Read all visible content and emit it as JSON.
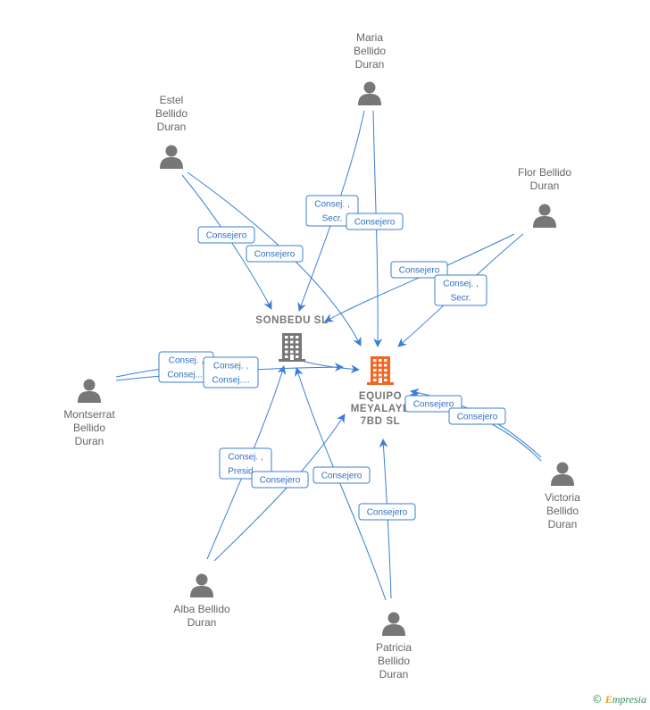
{
  "people": [
    {
      "id": "maria",
      "lines": [
        "Maria",
        "Bellido",
        "Duran"
      ]
    },
    {
      "id": "estel",
      "lines": [
        "Estel",
        "Bellido",
        "Duran"
      ]
    },
    {
      "id": "flor",
      "lines": [
        "Flor Bellido",
        "Duran"
      ]
    },
    {
      "id": "montserrat",
      "lines": [
        "Montserrat",
        "Bellido",
        "Duran"
      ]
    },
    {
      "id": "victoria",
      "lines": [
        "Victoria",
        "Bellido",
        "Duran"
      ]
    },
    {
      "id": "alba",
      "lines": [
        "Alba Bellido",
        "Duran"
      ]
    },
    {
      "id": "patricia",
      "lines": [
        "Patricia",
        "Bellido",
        "Duran"
      ]
    }
  ],
  "companies": [
    {
      "id": "sonbedu",
      "lines": [
        "SONBEDU  SL"
      ],
      "color": "#777777"
    },
    {
      "id": "equipo",
      "lines": [
        "EQUIPO",
        "MEYALAYE",
        "7BD  SL"
      ],
      "color": "#f26522"
    }
  ],
  "relations": [
    {
      "id": "r1",
      "lines": [
        "Consej. ,",
        "Secr."
      ]
    },
    {
      "id": "r2",
      "lines": [
        "Consejero"
      ]
    },
    {
      "id": "r3",
      "lines": [
        "Consejero"
      ]
    },
    {
      "id": "r4",
      "lines": [
        "Consejero"
      ]
    },
    {
      "id": "r5",
      "lines": [
        "Consejero"
      ]
    },
    {
      "id": "r6",
      "lines": [
        "Consej. ,",
        "Secr."
      ]
    },
    {
      "id": "r7",
      "lines": [
        "Consej. ,",
        "Consej...."
      ]
    },
    {
      "id": "r8",
      "lines": [
        "Consej. ,",
        "Consej...."
      ]
    },
    {
      "id": "r9",
      "lines": [
        "Consejero"
      ]
    },
    {
      "id": "r10",
      "lines": [
        "Consejero"
      ]
    },
    {
      "id": "r11",
      "lines": [
        "Consej. ,",
        "Presid...."
      ]
    },
    {
      "id": "r12",
      "lines": [
        "Consejero"
      ]
    },
    {
      "id": "r13",
      "lines": [
        "Consejero"
      ]
    },
    {
      "id": "r14",
      "lines": [
        "Consejero"
      ]
    }
  ],
  "colors": {
    "edge": "#3a7fd5",
    "person": "#777777",
    "relation_text": "#2f6fc0"
  },
  "brand": {
    "copyright": "©",
    "initial": "E",
    "rest": "mpresia"
  }
}
